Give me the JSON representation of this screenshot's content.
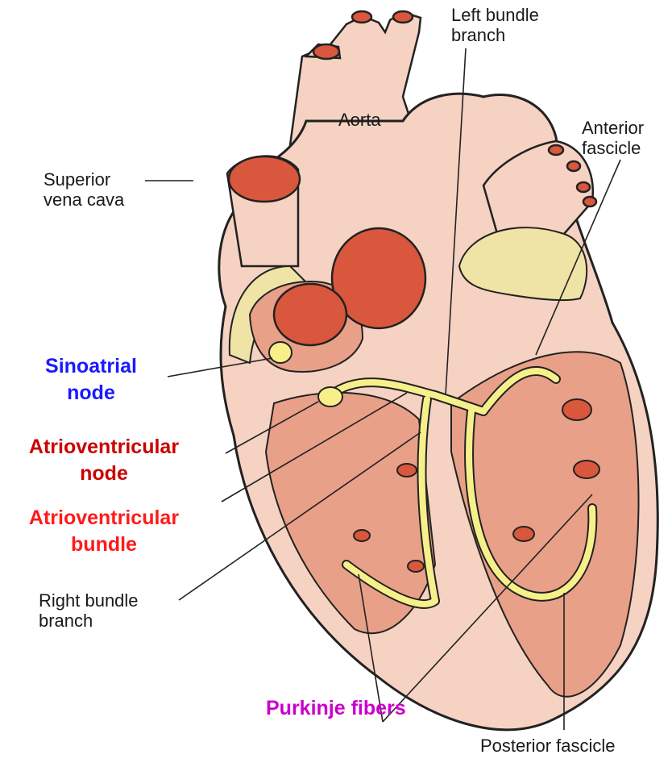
{
  "labels": {
    "left_bundle_branch_1": "Left bundle",
    "left_bundle_branch_2": "branch",
    "aorta": "Aorta",
    "anterior_fascicle_1": "Anterior",
    "anterior_fascicle_2": "fascicle",
    "superior_vena_cava_1": "Superior",
    "superior_vena_cava_2": "vena cava",
    "sinoatrial_node_1": "Sinoatrial",
    "sinoatrial_node_2": "node",
    "av_node_1": "Atrioventricular",
    "av_node_2": "node",
    "av_bundle_1": "Atrioventricular",
    "av_bundle_2": "bundle",
    "right_bundle_branch_1": "Right bundle",
    "right_bundle_branch_2": "branch",
    "purkinje_fibers": "Purkinje fibers",
    "posterior_fascicle": "Posterior fascicle"
  },
  "colors": {
    "sinoatrial": "#1a1aff",
    "atrioventricular_node": "#cc0000",
    "atrioventricular_bundle": "#ff1a1a",
    "purkinje": "#cc00cc",
    "heart_outer": "#f5d2c2",
    "heart_inner": "#e8a088",
    "vessel_red": "#d9573c",
    "conduction_yellow": "#f7f08a",
    "fat": "#efe3a6"
  }
}
